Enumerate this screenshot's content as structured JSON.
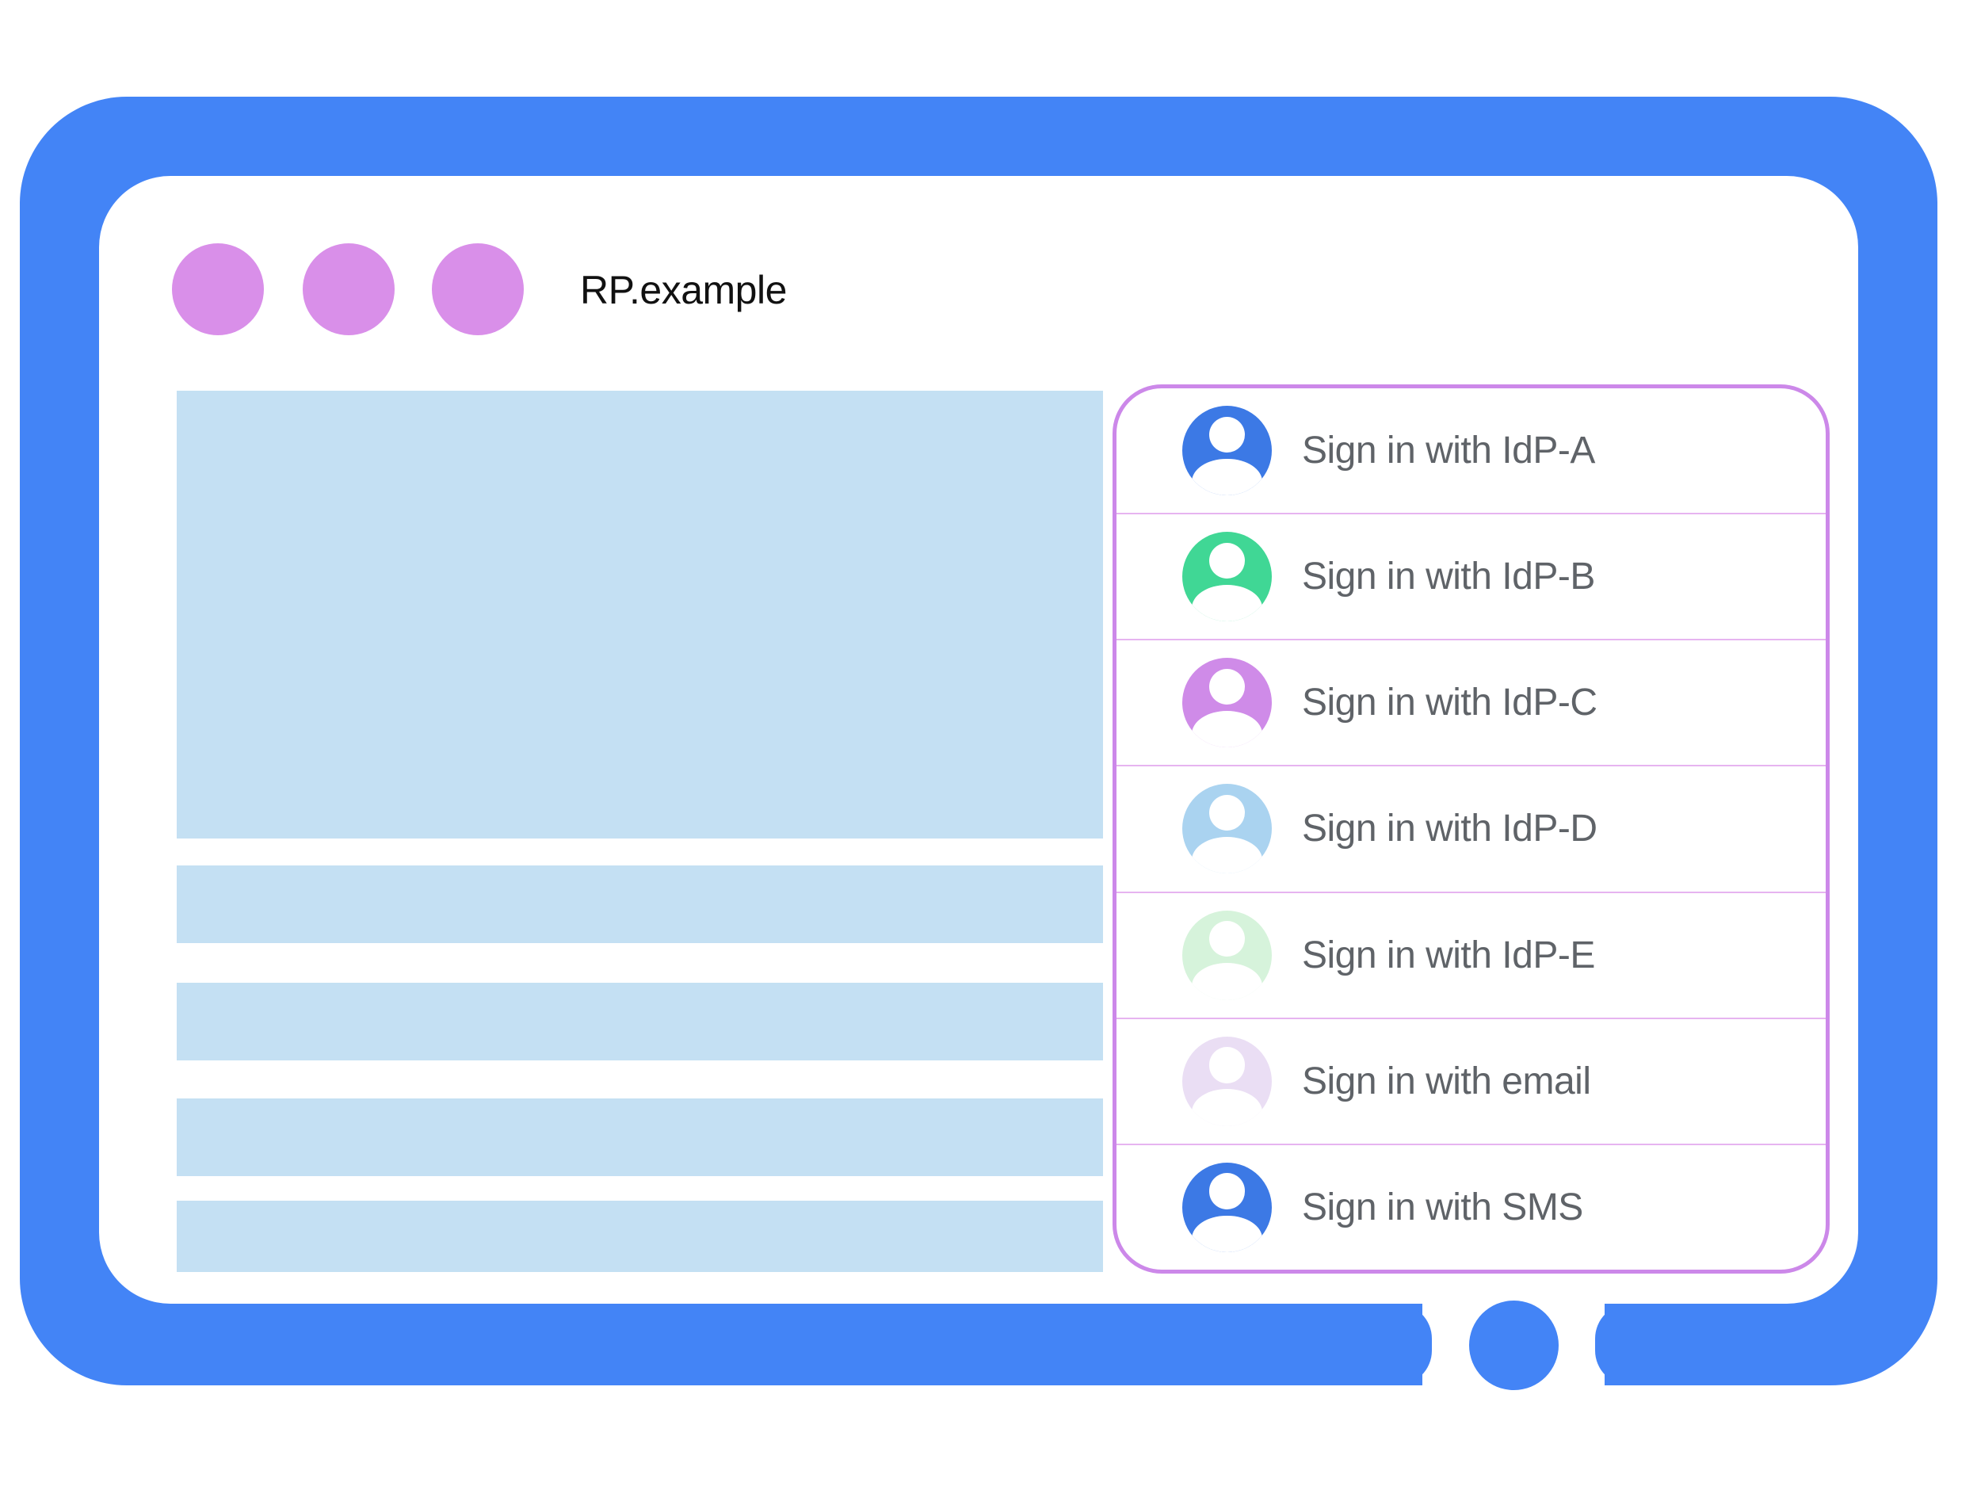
{
  "colors": {
    "frame_blue": "#4384F6",
    "screen_white": "#FFFFFF",
    "dot_purple": "#D98FE9",
    "panel_border": "#CC88E9",
    "divider_pink": "#E6B4F0",
    "placeholder_blue": "#C4E0F3",
    "label_gray": "#5F6368",
    "title_black": "#111111"
  },
  "window": {
    "title": "RP.example"
  },
  "signin_panel": {
    "items": [
      {
        "label": "Sign in with IdP-A",
        "avatar_color": "#3C79E5"
      },
      {
        "label": "Sign in with IdP-B",
        "avatar_color": "#40D795"
      },
      {
        "label": "Sign in with IdP-C",
        "avatar_color": "#CF8BE8"
      },
      {
        "label": "Sign in with IdP-D",
        "avatar_color": "#AAD3F0"
      },
      {
        "label": "Sign in with IdP-E",
        "avatar_color": "#D6F3DB"
      },
      {
        "label": "Sign in with email",
        "avatar_color": "#EADEF4"
      },
      {
        "label": "Sign in with SMS",
        "avatar_color": "#3C79E5"
      }
    ]
  }
}
